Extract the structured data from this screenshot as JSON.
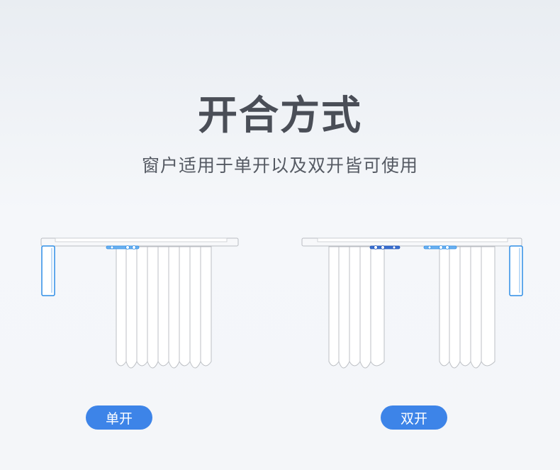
{
  "heading": {
    "title": "开合方式",
    "subtitle": "窗户适用于单开以及双开皆可使用"
  },
  "modes": [
    {
      "label": "单开",
      "illustration": "single-open-curtain"
    },
    {
      "label": "双开",
      "illustration": "double-open-curtain"
    }
  ],
  "colors": {
    "accent": "#3d84e8",
    "motor": "#2f8ee6",
    "outline": "#b9bcc2",
    "title": "#4a4e57"
  }
}
